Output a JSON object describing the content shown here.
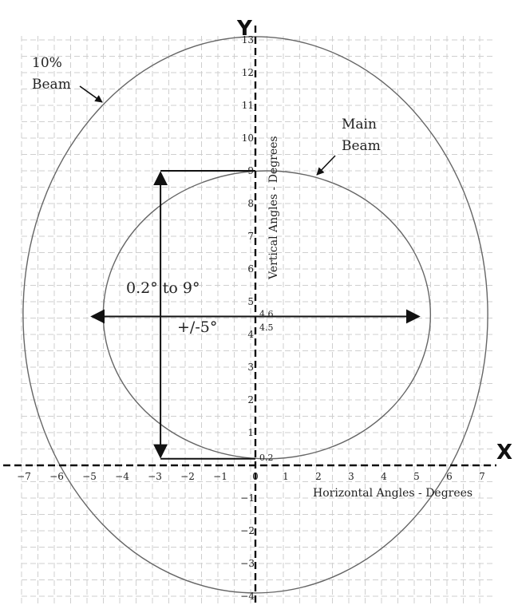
{
  "axes": {
    "x_letter": "X",
    "y_letter": "Y",
    "x_title": "Horizontal Angles - Degrees",
    "y_title": "Vertical Angles - Degrees",
    "x_range": [
      -7,
      7
    ],
    "y_range": [
      -4,
      13
    ],
    "x_ticks": [
      "-7",
      "-6",
      "-5",
      "-4",
      "-3",
      "-2",
      "-1",
      "0",
      "1",
      "2",
      "3",
      "4",
      "5",
      "6",
      "7"
    ],
    "y_ticks": [
      "1",
      "2",
      "3",
      "4",
      "5",
      "6",
      "7",
      "8",
      "9",
      "10",
      "11",
      "12",
      "13"
    ],
    "neg_y_ticks": [
      "-1",
      "-2",
      "-3",
      "-4"
    ],
    "grid": true
  },
  "beams": [
    {
      "name": "main",
      "label_line1": "Main",
      "label_line2": "Beam",
      "center": [
        0.35,
        4.6
      ],
      "rx": 5.0,
      "ry": 4.4
    },
    {
      "name": "ten-percent",
      "label_line1": "10%",
      "label_line2": "Beam",
      "center": [
        0,
        4.6
      ],
      "rx": 7.1,
      "ry": 8.5
    }
  ],
  "markers": {
    "v46": "4.6",
    "v45": "4.5",
    "v02": "0.2"
  },
  "annotations": {
    "vertical_range": "0.2° to 9°",
    "horizontal_range": "+/-5°"
  }
}
